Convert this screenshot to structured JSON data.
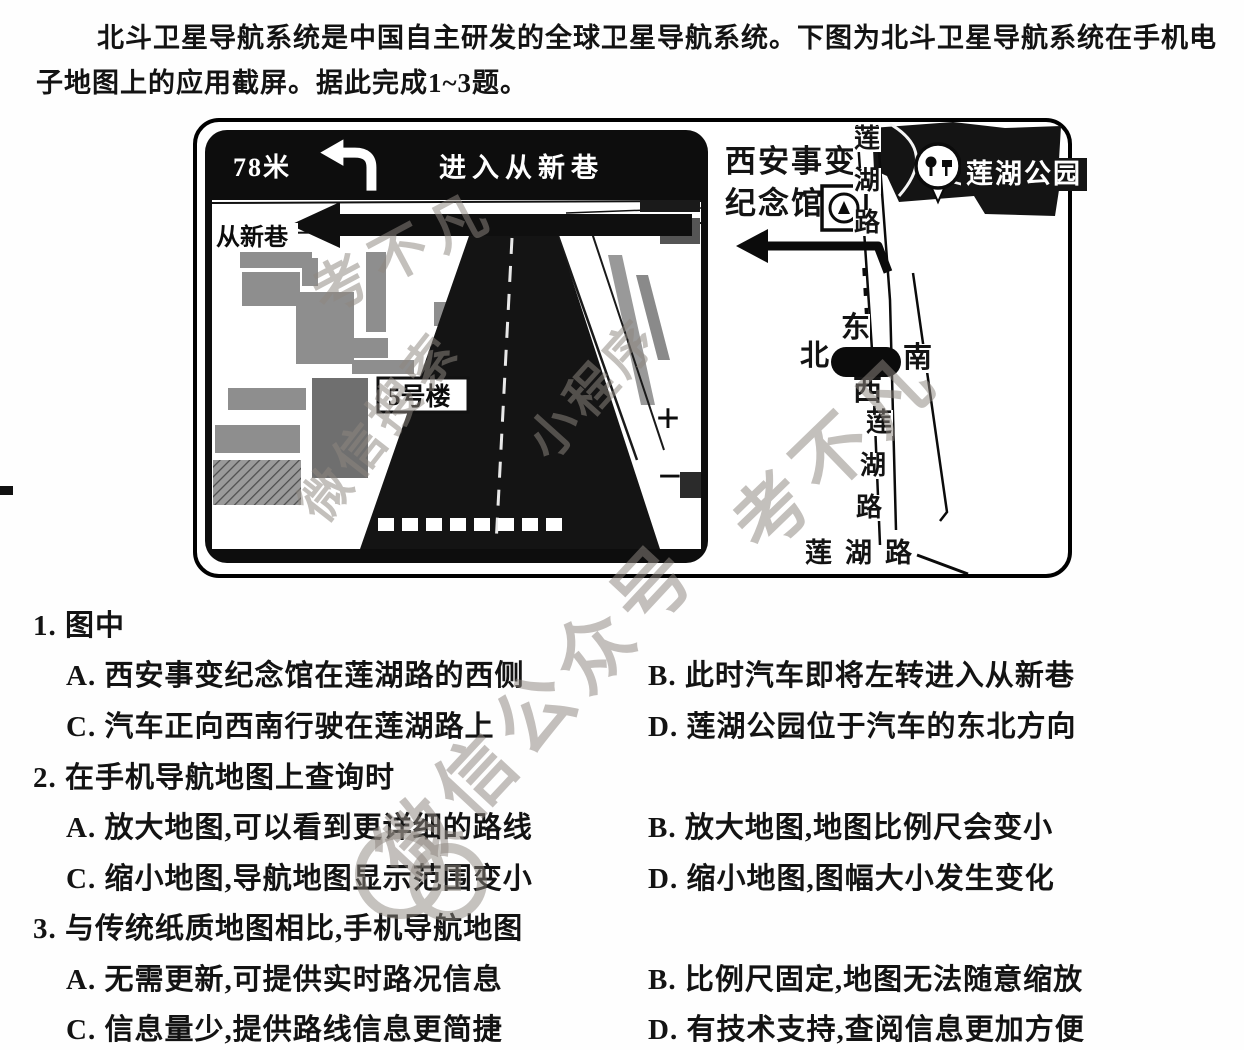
{
  "intro": {
    "line1": "北斗卫星导航系统是中国自主研发的全球卫星导航系统。下图为北斗卫星导航系统在手机电",
    "line2": "子地图上的应用截屏。据此完成1~3题。"
  },
  "figure": {
    "nav_app": {
      "distance": "78米",
      "instruction": "进入从新巷",
      "street_label": "从新巷",
      "building_label": "5号楼",
      "zoom_in": "+",
      "zoom_out": "−"
    },
    "sketch": {
      "memorial_line1": "西安事变",
      "memorial_line2": "纪念馆",
      "park_label": "莲湖公园",
      "road_upper": [
        "莲",
        "湖",
        "路"
      ],
      "road_lower": [
        "莲",
        "湖",
        "路"
      ],
      "road_bottom": "莲湖路",
      "compass": {
        "top": "东",
        "left": "北",
        "right": "南",
        "bottom": "西"
      }
    }
  },
  "questions": [
    {
      "stem": "1. 图中",
      "options": [
        "A. 西安事变纪念馆在莲湖路的西侧",
        "B. 此时汽车即将左转进入从新巷",
        "C. 汽车正向西南行驶在莲湖路上",
        "D. 莲湖公园位于汽车的东北方向"
      ]
    },
    {
      "stem": "2. 在手机导航地图上查询时",
      "options": [
        "A. 放大地图,可以看到更详细的路线",
        "B. 放大地图,地图比例尺会变小",
        "C. 缩小地图,导航地图显示范围变小",
        "D. 缩小地图,图幅大小发生变化"
      ]
    },
    {
      "stem": "3. 与传统纸质地图相比,手机导航地图",
      "options": [
        "A. 无需更新,可提供实时路况信息",
        "B. 比例尺固定,地图无法随意缩放",
        "C. 信息量少,提供路线信息更简捷",
        "D. 有技术支持,查阅信息更加方便"
      ]
    }
  ],
  "watermarks": [
    {
      "text": "考不凡"
    },
    {
      "text": "微信搜索"
    },
    {
      "text": "小程序"
    },
    {
      "text": "微信公众号"
    },
    {
      "text": "考不凡"
    }
  ],
  "colors": {
    "ink": "#131313",
    "watermark_gray": "#8e8780",
    "building_gray": "#8e8e8e",
    "road_black": "#141414"
  }
}
